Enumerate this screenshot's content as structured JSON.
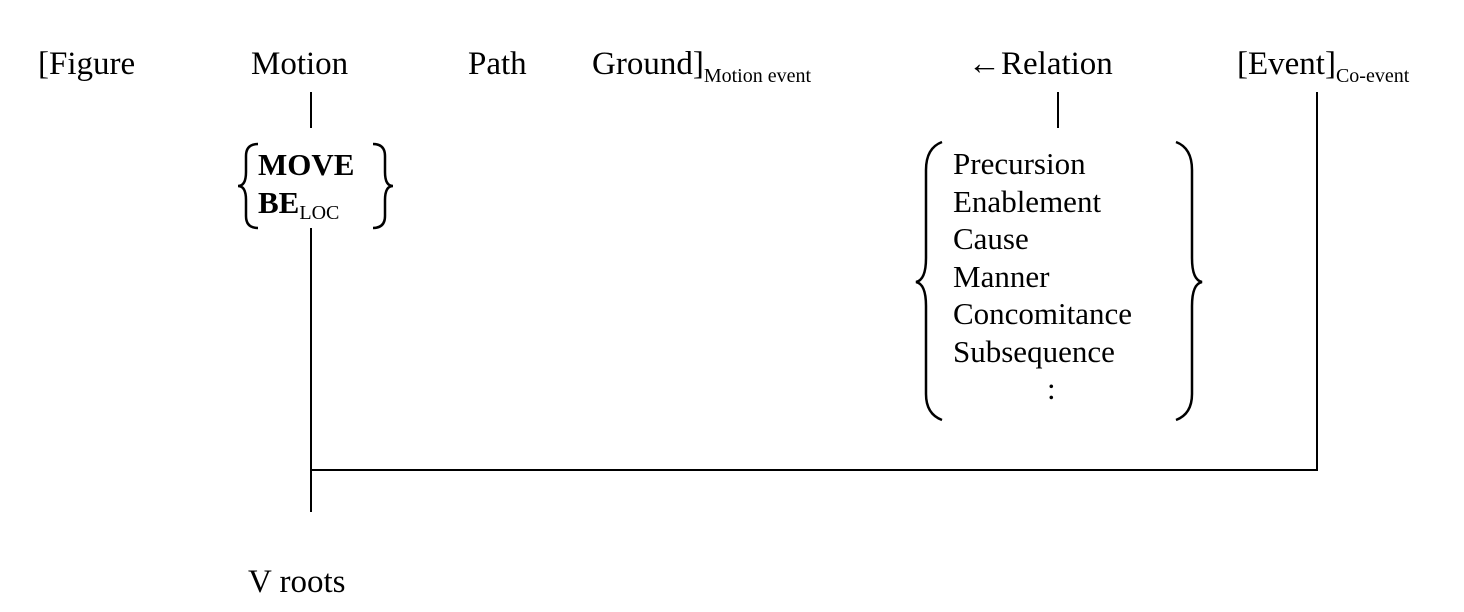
{
  "top_row": {
    "figure": "[Figure",
    "motion": "Motion",
    "path": "Path",
    "ground": "Ground]",
    "ground_sub": "Motion event",
    "relation": "←Relation",
    "event": "[Event]",
    "event_sub": "Co-event"
  },
  "motion_options": {
    "move": "MOVE",
    "be": "BE",
    "be_sub": "LOC"
  },
  "relations": [
    "Precursion",
    "Enablement",
    "Cause",
    "Manner",
    "Concomitance",
    "Subsequence",
    ":"
  ],
  "bottom_label": "V roots"
}
